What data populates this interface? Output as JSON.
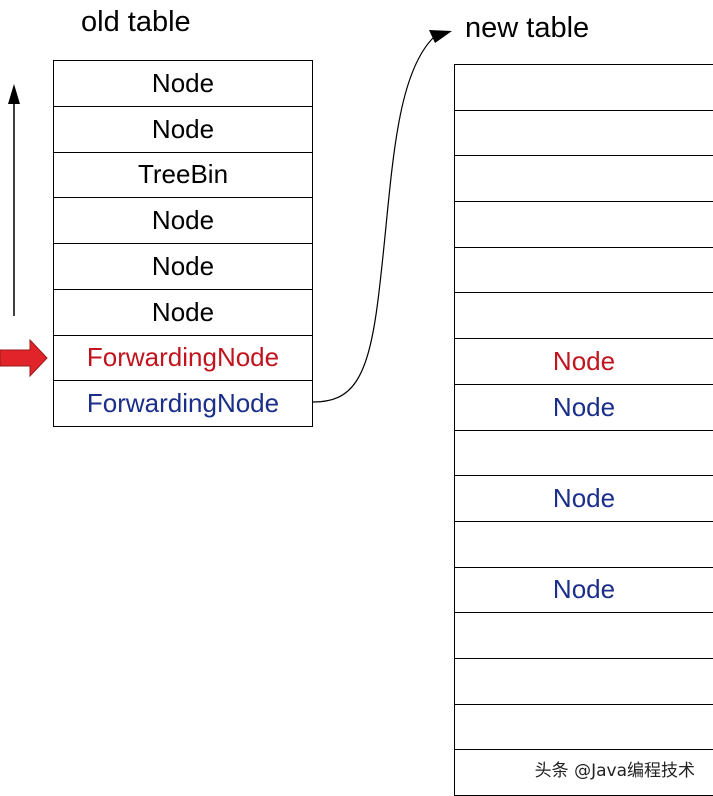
{
  "old_table": {
    "title": "old table",
    "cells": [
      {
        "label": "Node",
        "color": "#000000"
      },
      {
        "label": "Node",
        "color": "#000000"
      },
      {
        "label": "TreeBin",
        "color": "#000000"
      },
      {
        "label": "Node",
        "color": "#000000"
      },
      {
        "label": "Node",
        "color": "#000000"
      },
      {
        "label": "Node",
        "color": "#000000"
      },
      {
        "label": "ForwardingNode",
        "color": "#c0141e"
      },
      {
        "label": "ForwardingNode",
        "color": "#1a2e8a"
      }
    ]
  },
  "new_table": {
    "title": "new table",
    "cells": [
      {
        "label": "",
        "color": "#000000"
      },
      {
        "label": "",
        "color": "#000000"
      },
      {
        "label": "",
        "color": "#000000"
      },
      {
        "label": "",
        "color": "#000000"
      },
      {
        "label": "",
        "color": "#000000"
      },
      {
        "label": "",
        "color": "#000000"
      },
      {
        "label": "Node",
        "color": "#c0141e"
      },
      {
        "label": "Node",
        "color": "#1a2e8a"
      },
      {
        "label": "",
        "color": "#000000"
      },
      {
        "label": "Node",
        "color": "#1a2e8a"
      },
      {
        "label": "",
        "color": "#000000"
      },
      {
        "label": "Node",
        "color": "#1a2e8a"
      },
      {
        "label": "",
        "color": "#000000"
      },
      {
        "label": "",
        "color": "#000000"
      },
      {
        "label": "",
        "color": "#000000"
      },
      {
        "label": "",
        "color": "#000000"
      }
    ]
  },
  "pointer_arrow_color": "#e0242a",
  "watermark": "头条 @Java编程技术"
}
